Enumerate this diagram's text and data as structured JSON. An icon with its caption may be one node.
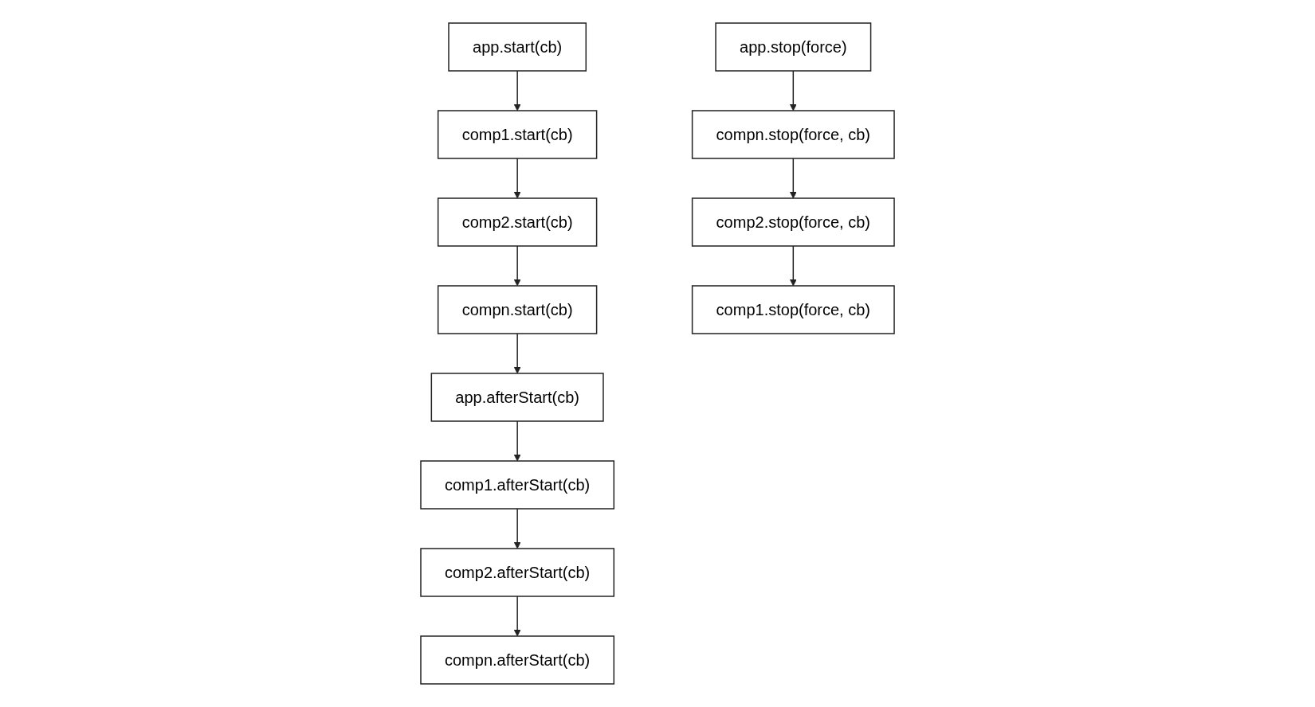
{
  "diagram": {
    "nodes": [
      {
        "text": [
          "app.start(cb)"
        ]
      },
      {
        "text": [
          "comp1.start(cb)"
        ]
      },
      {
        "text": [
          "comp2.start(cb)"
        ]
      },
      {
        "text": [
          "compn.start(cb)"
        ]
      },
      {
        "text": [
          "app.afterStart(cb)"
        ]
      },
      {
        "text": [
          "comp1.afterStart(cb)"
        ]
      },
      {
        "text": [
          "comp2.afterStart(cb)"
        ]
      },
      {
        "text": [
          "compn.afterStart(cb)"
        ]
      },
      {
        "text": [
          "app.stop(force)"
        ]
      },
      {
        "text": [
          "compn.stop(force, cb)"
        ]
      },
      {
        "text": [
          "comp2.stop(force, cb)"
        ]
      },
      {
        "text": [
          "comp1.stop(force, cb)"
        ]
      }
    ],
    "edges": [
      {
        "from": 0,
        "to": 1,
        "arrow": "to"
      },
      {
        "from": 1,
        "to": 2,
        "arrow": "to"
      },
      {
        "from": 2,
        "to": 3,
        "arrow": "to"
      },
      {
        "from": 3,
        "to": 4,
        "arrow": "to"
      },
      {
        "from": 4,
        "to": 5,
        "arrow": "to"
      },
      {
        "from": 5,
        "to": 6,
        "arrow": "to"
      },
      {
        "from": 6,
        "to": 7,
        "arrow": "to"
      },
      {
        "from": 8,
        "to": 9,
        "arrow": "to"
      },
      {
        "from": 9,
        "to": 10,
        "arrow": "to"
      },
      {
        "from": 10,
        "to": 11,
        "arrow": "to"
      }
    ]
  }
}
